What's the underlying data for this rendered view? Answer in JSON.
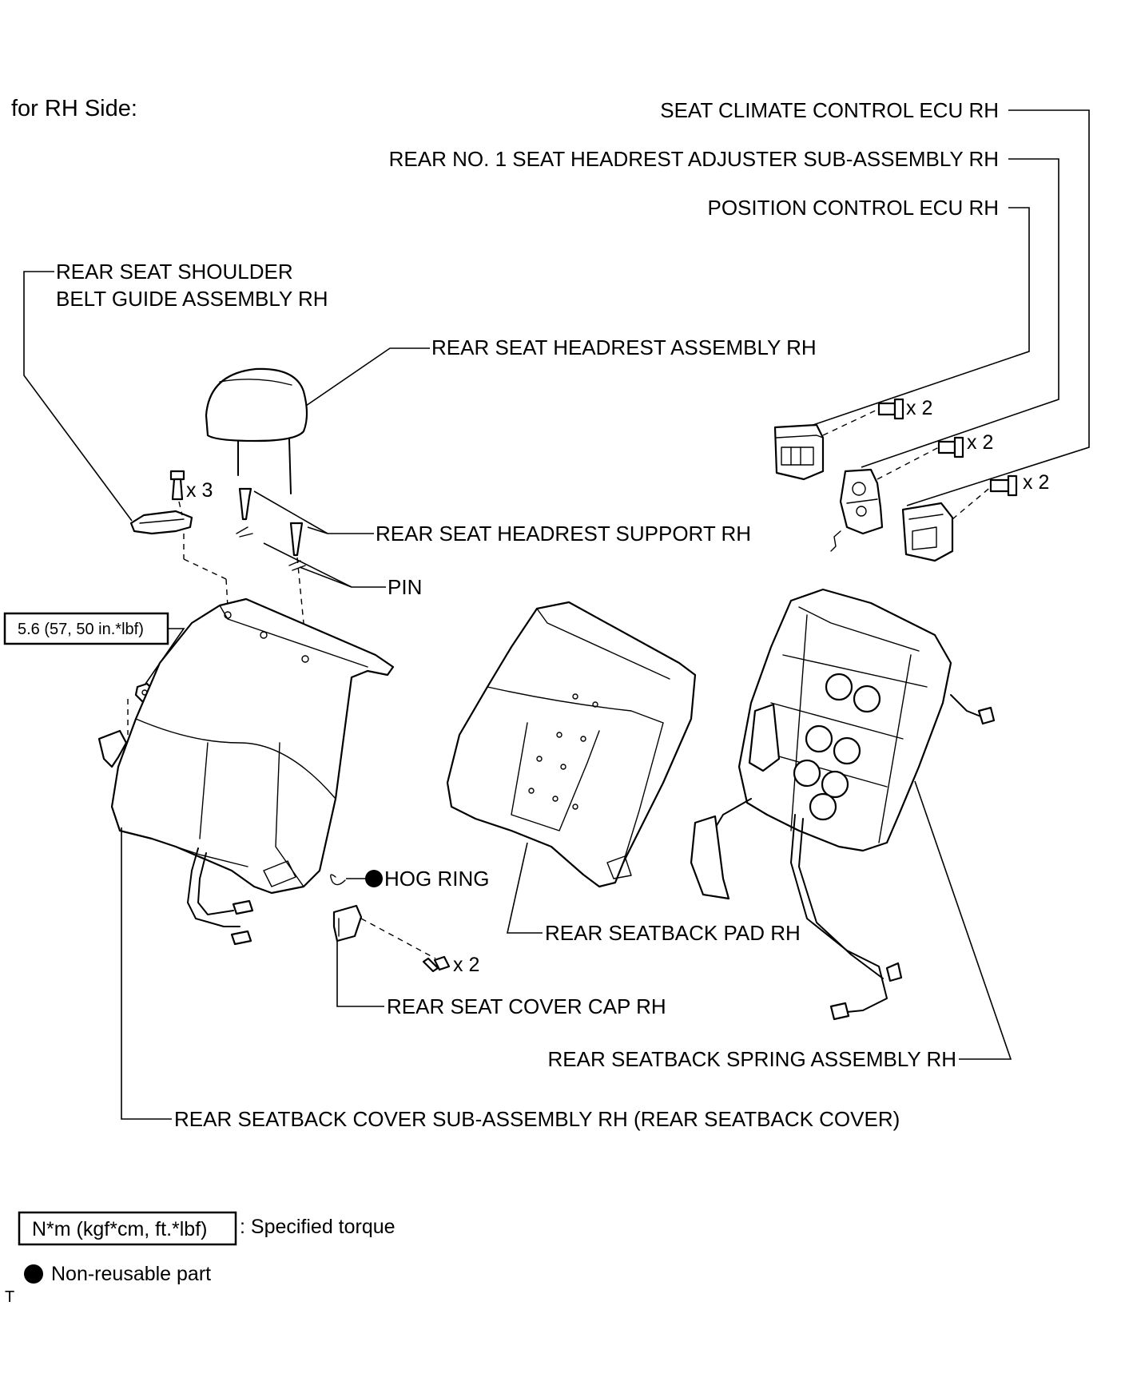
{
  "header": {
    "title": "for RH Side:"
  },
  "labels": {
    "seat_climate_ecu": "SEAT CLIMATE CONTROL ECU RH",
    "headrest_adjuster": "REAR NO. 1 SEAT HEADREST ADJUSTER SUB-ASSEMBLY RH",
    "position_control_ecu": "POSITION CONTROL ECU RH",
    "shoulder_belt_guide_1": "REAR SEAT SHOULDER",
    "shoulder_belt_guide_2": "BELT GUIDE ASSEMBLY RH",
    "headrest_assembly": "REAR SEAT HEADREST ASSEMBLY RH",
    "headrest_support": "REAR SEAT HEADREST SUPPORT RH",
    "pin": "PIN",
    "hog_ring": "HOG RING",
    "seatback_pad": "REAR SEATBACK PAD RH",
    "seat_cover_cap": "REAR SEAT COVER CAP RH",
    "seatback_spring": "REAR SEATBACK SPRING ASSEMBLY RH",
    "seatback_cover": "REAR SEATBACK COVER SUB-ASSEMBLY RH (REAR SEATBACK COVER)"
  },
  "quantities": {
    "ecu_climate_screws": "x 2",
    "adjuster_screws": "x 2",
    "position_ecu_screws": "x 2",
    "belt_guide_screws": "x 3",
    "cover_cap_screws": "x 2"
  },
  "torque": {
    "value": "5.6 (57, 50 in.*lbf)"
  },
  "legend": {
    "torque_box": "N*m (kgf*cm, ft.*lbf)",
    "torque_text": ": Specified torque",
    "nonreusable_text": "Non-reusable part"
  },
  "corner_mark": "T",
  "icons": [
    "bolt-icon",
    "nut-icon",
    "non-reusable-dot-icon"
  ]
}
